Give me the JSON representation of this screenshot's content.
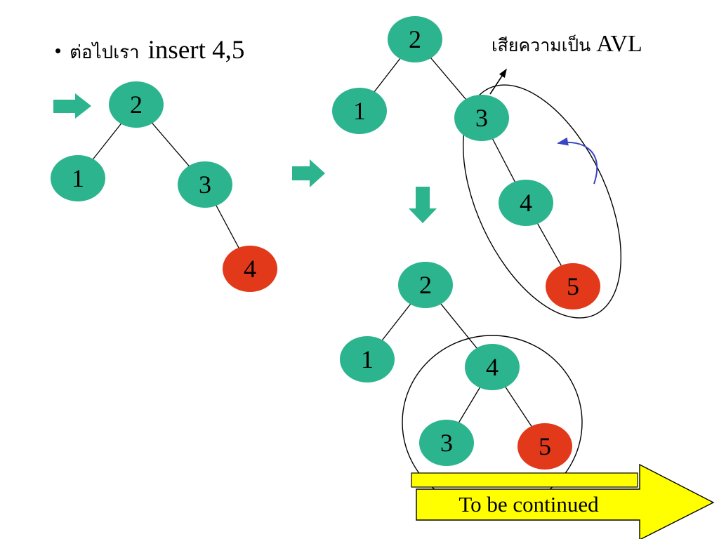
{
  "bullet": {
    "marker": "•",
    "thai": "ต่อไปเรา",
    "latin": "insert 4,5"
  },
  "note": {
    "thai": "เสียความเป็น",
    "latin": "AVL"
  },
  "banner": {
    "label": "To be continued"
  },
  "colors": {
    "node_green": "#2cb48e",
    "node_red": "#e2391b",
    "arrow_green": "#2cb48e",
    "banner_yellow": "#ffff00",
    "curve_blue": "#3a45c4",
    "edge_black": "#000000"
  },
  "trees": {
    "t1": {
      "nodes": [
        {
          "label": "2"
        },
        {
          "label": "1"
        },
        {
          "label": "3"
        },
        {
          "label": "4"
        }
      ]
    },
    "t2": {
      "nodes": [
        {
          "label": "2"
        },
        {
          "label": "1"
        },
        {
          "label": "3"
        },
        {
          "label": "4"
        },
        {
          "label": "5"
        }
      ]
    },
    "t3": {
      "nodes": [
        {
          "label": "2"
        },
        {
          "label": "1"
        },
        {
          "label": "4"
        },
        {
          "label": "3"
        },
        {
          "label": "5"
        }
      ]
    }
  }
}
